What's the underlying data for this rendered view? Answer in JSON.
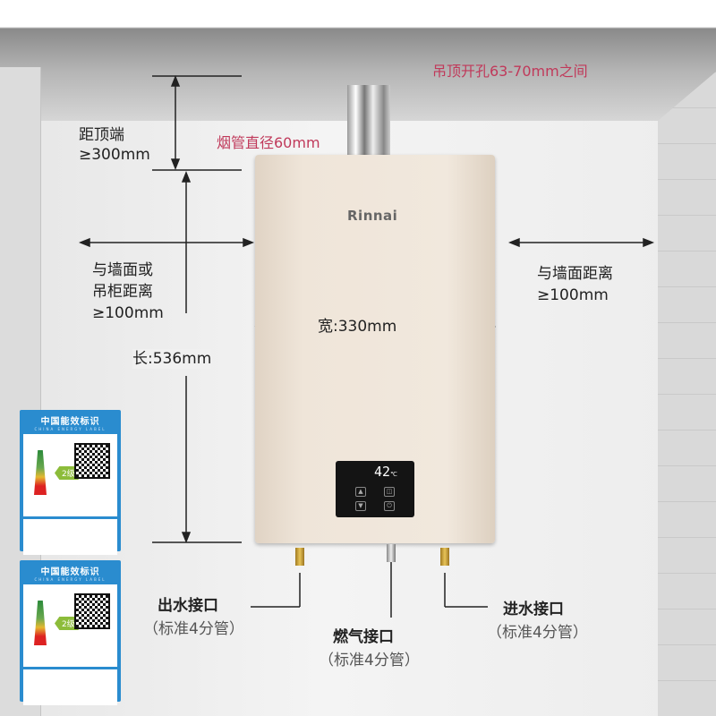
{
  "ceiling_note": "吊顶开孔63-70mm之间",
  "flue_note": "烟管直径60mm",
  "top_clearance": {
    "line1": "距顶端",
    "line2": "≥300mm"
  },
  "left_clearance": {
    "line1": "与墙面或",
    "line2": "吊柜距离",
    "line3": "≥100mm"
  },
  "right_clearance": {
    "line1": "与墙面距离",
    "line2": "≥100mm"
  },
  "width_label": "宽:330mm",
  "height_label": "长:536mm",
  "brand_logo": "Rinnai",
  "display": {
    "temperature": "42",
    "unit": "℃"
  },
  "ports": {
    "outlet": {
      "name": "出水接口",
      "spec": "（标准4分管）"
    },
    "gas": {
      "name": "燃气接口",
      "spec": "（标准4分管）"
    },
    "inlet": {
      "name": "进水接口",
      "spec": "（标准4分管）"
    }
  },
  "energy_label": {
    "title": "中国能效标识",
    "subtitle": "CHINA ENERGY LABEL",
    "grade": "2级"
  },
  "colors": {
    "note_red": "#c0395a",
    "label_blue": "#2a8ccf",
    "heater_body": "#efe5d9"
  }
}
